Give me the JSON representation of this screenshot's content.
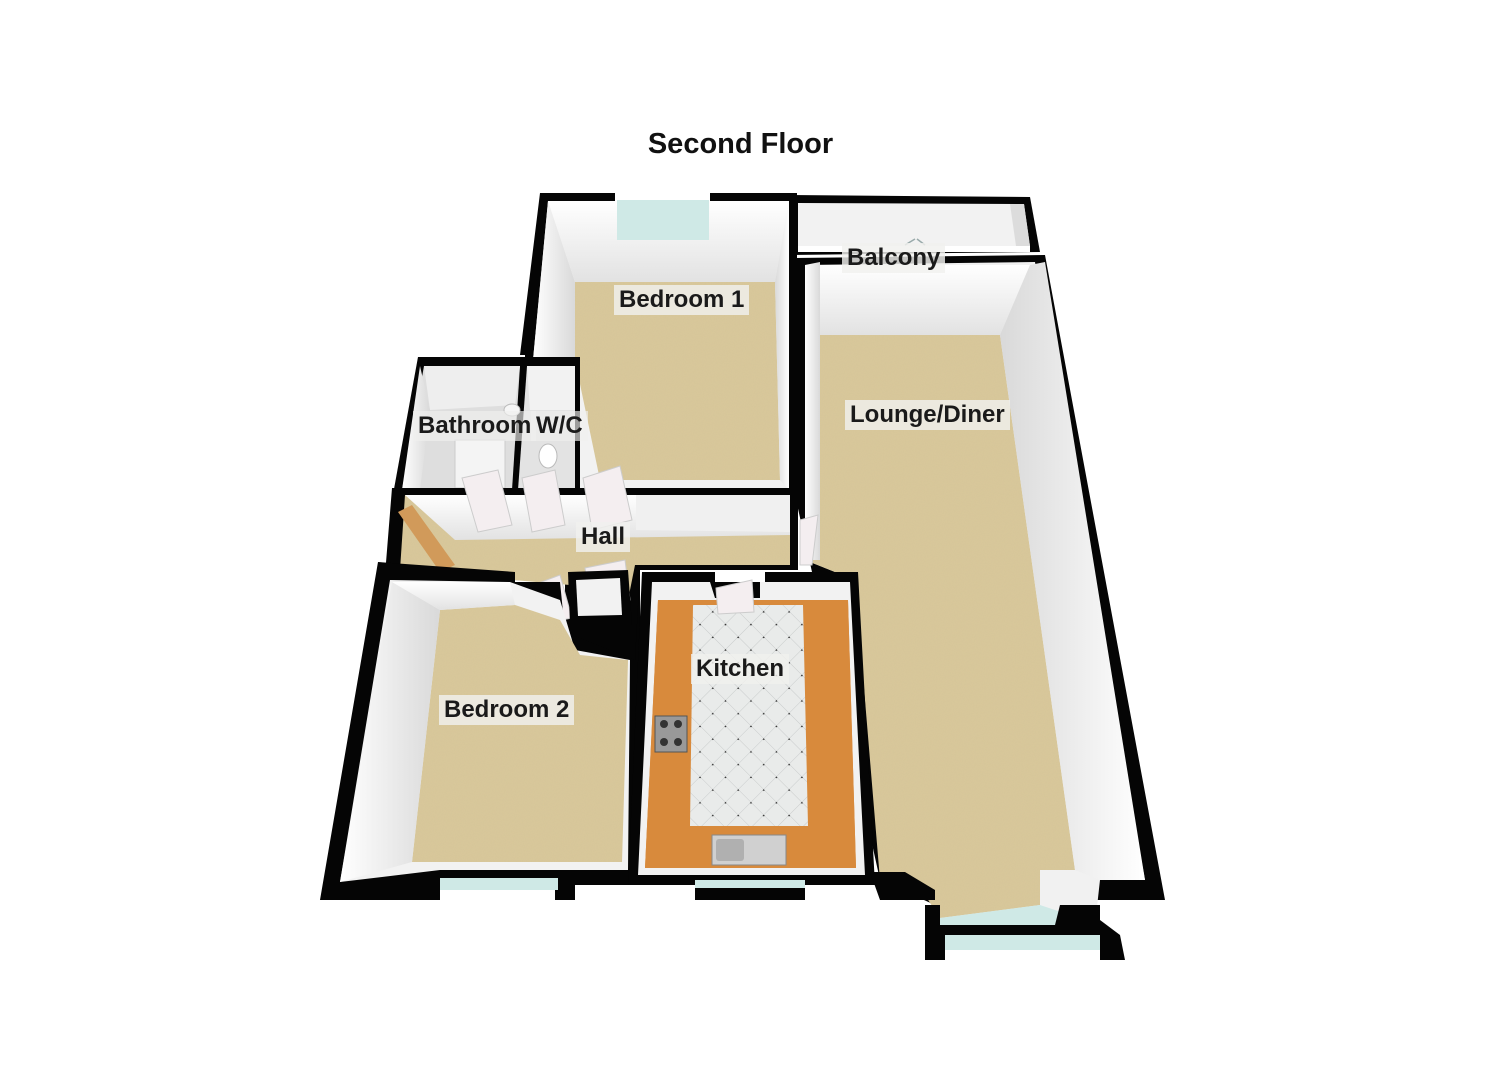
{
  "floor": {
    "title": "Second Floor"
  },
  "rooms": {
    "bedroom1": "Bedroom 1",
    "balcony": "Balcony",
    "lounge": "Lounge/Diner",
    "bathroom": "Bathroom",
    "wc": "W/C",
    "hall": "Hall",
    "kitchen": "Kitchen",
    "bedroom2": "Bedroom 2"
  },
  "colors": {
    "carpet": "#d9c89a",
    "kitchen_counter": "#d88a3c",
    "kitchen_floor": "#e6e8e6",
    "wall_black": "#050505",
    "wall_white": "#f2f2f2",
    "window_glass": "#cfe9e6"
  }
}
